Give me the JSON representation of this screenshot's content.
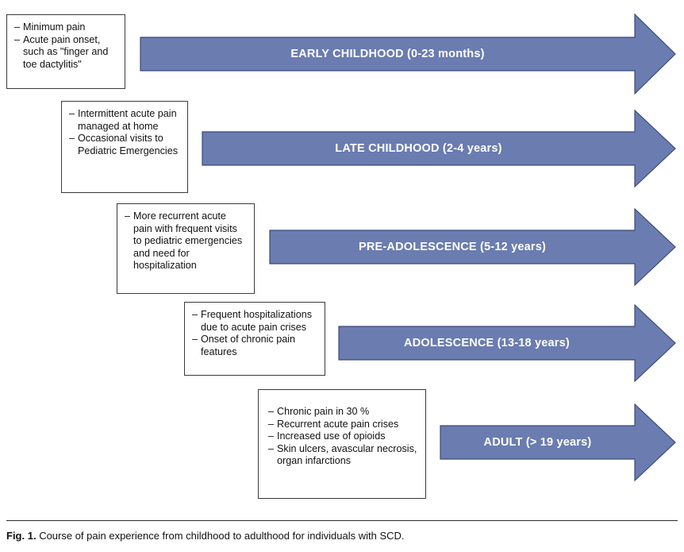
{
  "figure": {
    "caption_label": "Fig. 1.",
    "caption_text": "Course of pain experience from childhood to adulthood for individuals with SCD.",
    "accent_color": "#6a7cb0",
    "accent_border_color": "#3a4a7a",
    "box_border_color": "#3a3a3a",
    "arrow_label_color": "#ffffff"
  },
  "stages": [
    {
      "id": "early-childhood",
      "arrow_label": "EARLY CHILDHOOD (0-23 months)",
      "bullets": [
        "Minimum pain",
        "Acute pain onset, such as \"finger and toe dactylitis\""
      ]
    },
    {
      "id": "late-childhood",
      "arrow_label": "LATE CHILDHOOD (2-4 years)",
      "bullets": [
        "Intermittent acute pain managed at home",
        "Occasional visits to Pediatric Emergencies"
      ]
    },
    {
      "id": "pre-adolescence",
      "arrow_label": "PRE-ADOLESCENCE (5-12 years)",
      "bullets": [
        "More recurrent acute pain with frequent visits to pediatric emergencies and need for hospitalization"
      ]
    },
    {
      "id": "adolescence",
      "arrow_label": "ADOLESCENCE (13-18 years)",
      "bullets": [
        "Frequent hospitalizations due to acute pain crises",
        "Onset of chronic pain features"
      ]
    },
    {
      "id": "adult",
      "arrow_label": "ADULT (> 19 years)",
      "bullets": [
        "Chronic pain in 30 %",
        "Recurrent acute pain crises",
        "Increased use of opioids",
        "Skin ulcers, avascular necrosis, organ infarctions"
      ]
    }
  ]
}
